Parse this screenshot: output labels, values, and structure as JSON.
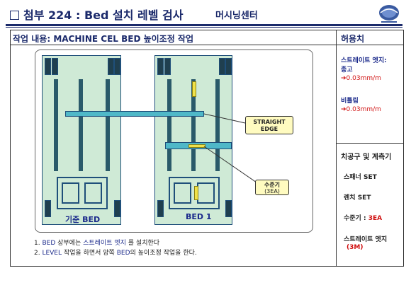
{
  "header": {
    "title": "첨부 224 : Bed 설치 레벨 검사",
    "subtitle": "머시닝센터"
  },
  "work": {
    "label": "작업 내용: MACHINE CEL BED 높이조정 작업"
  },
  "tolerance": {
    "title": "허용치",
    "straight_edge_label": "스트레이트 엣지:",
    "gap_label": "종고",
    "gap_value": "➔0.03mm/m",
    "twist_label": "비틀림",
    "twist_value": "➔0.03mm/m"
  },
  "tools": {
    "title": "치공구 및 계측기",
    "items": [
      {
        "name": "스패너 SET",
        "extra": ""
      },
      {
        "name": "렌치 SET",
        "extra": ""
      },
      {
        "name": "수준기 : ",
        "extra": "3EA"
      },
      {
        "name": "스트레이트 엣지",
        "extra": "(3M)"
      }
    ]
  },
  "diagram": {
    "bed_left_label": "기준 BED",
    "bed_right_label": "BED 1",
    "callout_straight": "STRAIGHT EDGE",
    "callout_level_1": "수준기",
    "callout_level_2": "(3EA)"
  },
  "notes": {
    "n1_prefix": "1. ",
    "n1_a": "BED",
    "n1_b": " 상부에는 ",
    "n1_c": "스트레이트 엣지",
    "n1_d": " 를 설치한다",
    "n2_prefix": "2. ",
    "n2_a": "LEVEL",
    "n2_b": " 작업을 하면서 양쪽 ",
    "n2_c": "BED",
    "n2_d": "의 높이조정 작업을 한다."
  }
}
